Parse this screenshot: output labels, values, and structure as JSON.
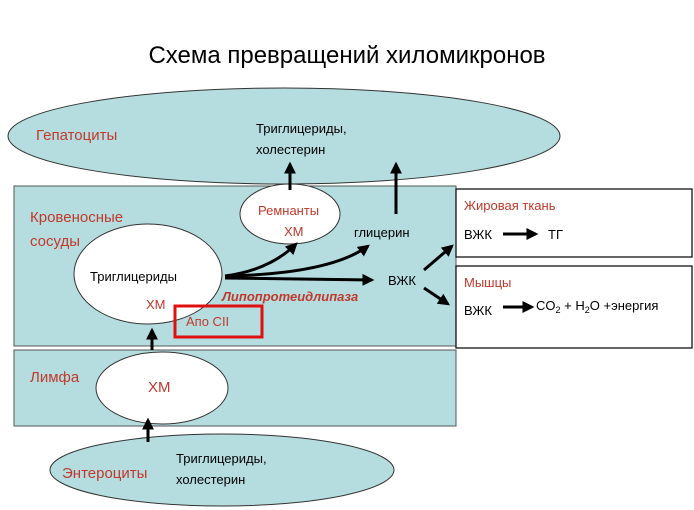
{
  "title": "Схема превращений хиломикронов",
  "hepatocytes": {
    "label": "Гепатоциты",
    "content_line1": "Триглицериды,",
    "content_line2": "холестерин"
  },
  "blood_vessels": {
    "label_line1": "Кровеносные",
    "label_line2": "сосуды",
    "chylomicron": {
      "line1": "Триглицериды",
      "line2": "ХМ"
    },
    "remnants": {
      "line1": "Ремнанты",
      "line2": "ХМ"
    },
    "glycerol": "глицерин",
    "ffa": "ВЖК",
    "enzyme": "Липопротеидлипаза",
    "apo": "Апо CII"
  },
  "adipose": {
    "label": "Жировая ткань",
    "from": "ВЖК",
    "to": "ТГ"
  },
  "muscles": {
    "label": "Мышцы",
    "from": "ВЖК",
    "co2": "CO",
    "co2_sub": "2",
    "plus1": " + H",
    "h2o_sub": "2",
    "rest": "O +энергия"
  },
  "lymph": {
    "label": "Лимфа",
    "chylomicron": "ХМ"
  },
  "enterocytes": {
    "label": "Энтероциты",
    "content_line1": "Триглицериды,",
    "content_line2": "холестерин"
  },
  "colors": {
    "panel": "#b5dde0",
    "accent_red": "#c0392b",
    "box_red": "#e01010"
  }
}
